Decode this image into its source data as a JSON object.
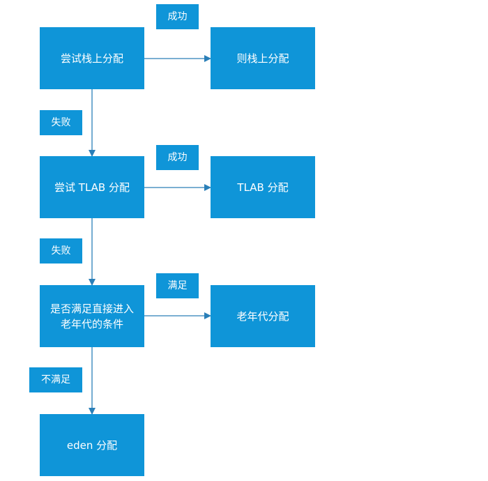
{
  "nodes": {
    "try_stack": "尝试栈上分配",
    "stack_alloc": "则栈上分配",
    "try_tlab": "尝试 TLAB 分配",
    "tlab_alloc": "TLAB 分配",
    "check_old": "是否满足直接进入老年代的条件",
    "old_alloc": "老年代分配",
    "eden_alloc": "eden 分配"
  },
  "tags": {
    "success_1": "成功",
    "fail_1": "失败",
    "success_2": "成功",
    "fail_2": "失败",
    "satisfy": "满足",
    "not_satisfy": "不满足"
  },
  "colors": {
    "box": "#0f95d8",
    "text": "#ffffff",
    "line": "#2a7fb8"
  }
}
